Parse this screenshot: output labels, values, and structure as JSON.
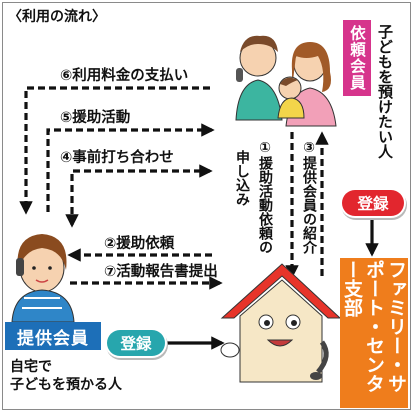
{
  "title": "〈利用の流れ〉",
  "roles": {
    "requester": {
      "label": "依頼会員",
      "caption": "子どもを預けたい人"
    },
    "provider": {
      "label": "提供会員",
      "caption_line1": "自宅で",
      "caption_line2": "子どもを預かる人"
    },
    "center": {
      "label": "ファミリー・サポート・センター支部"
    }
  },
  "registration_label": "登録",
  "steps": {
    "s1_line1": "①援助活動依頼の",
    "s1_line2": "申し込み",
    "s2": "②援助依頼",
    "s3": "③提供会員の紹介",
    "s4": "④事前打ち合わせ",
    "s5": "⑤援助活動",
    "s6": "⑥利用料金の支払い",
    "s7": "⑦活動報告書提出"
  },
  "colors": {
    "requester_badge": "#d6348c",
    "provider_badge": "#1d6fb8",
    "center_badge": "#ef7d1c",
    "registration_requester": "#e2262e",
    "registration_provider": "#27a6ad",
    "arrows": "#111111"
  },
  "icons": [
    "family-illustration",
    "provider-woman-illustration",
    "house-mascot-illustration"
  ]
}
